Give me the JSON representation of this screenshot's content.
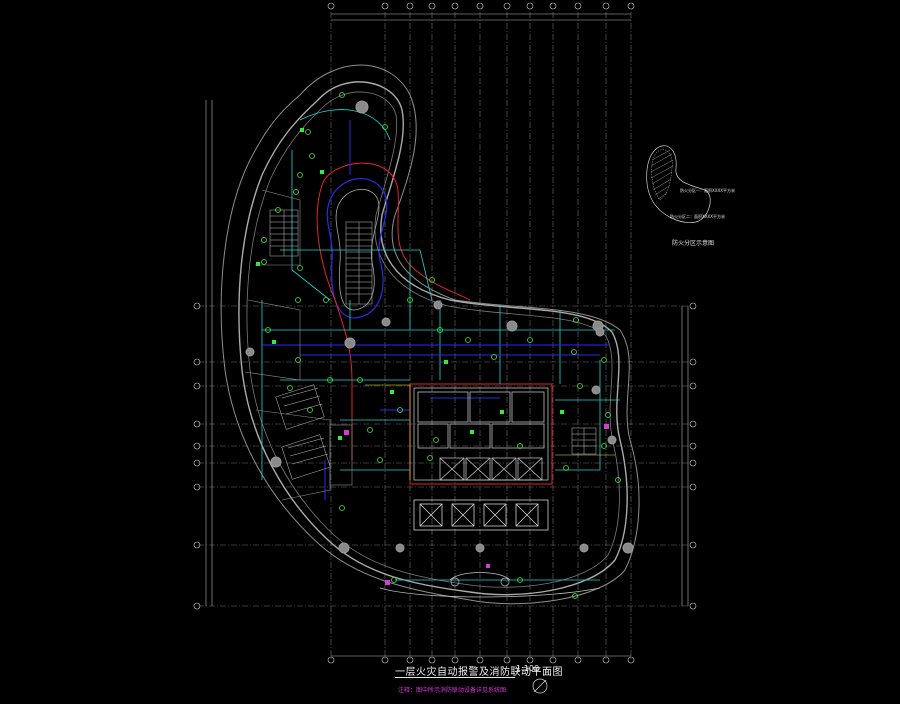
{
  "drawing": {
    "title": "一层火灾自动报警及消防联动平面图",
    "scale": "1:100",
    "note": "注释：图中所示消防联动设备详见系统图",
    "key_plan": {
      "label": "防火分区示意图",
      "note_1": "防火分区一：面积XXXX平方米",
      "note_2": "防火分区二：面积XXXX平方米"
    }
  },
  "colors": {
    "background": "#000000",
    "wall": "#9a9a9a",
    "grid": "#8a8a8a",
    "cyan_wiring": "#19d6d6",
    "green_device": "#3be83b",
    "red_line": "#e22525",
    "blue_line": "#2a2ae8",
    "magenta": "#d63bd6",
    "yellow": "#e8e83b"
  }
}
